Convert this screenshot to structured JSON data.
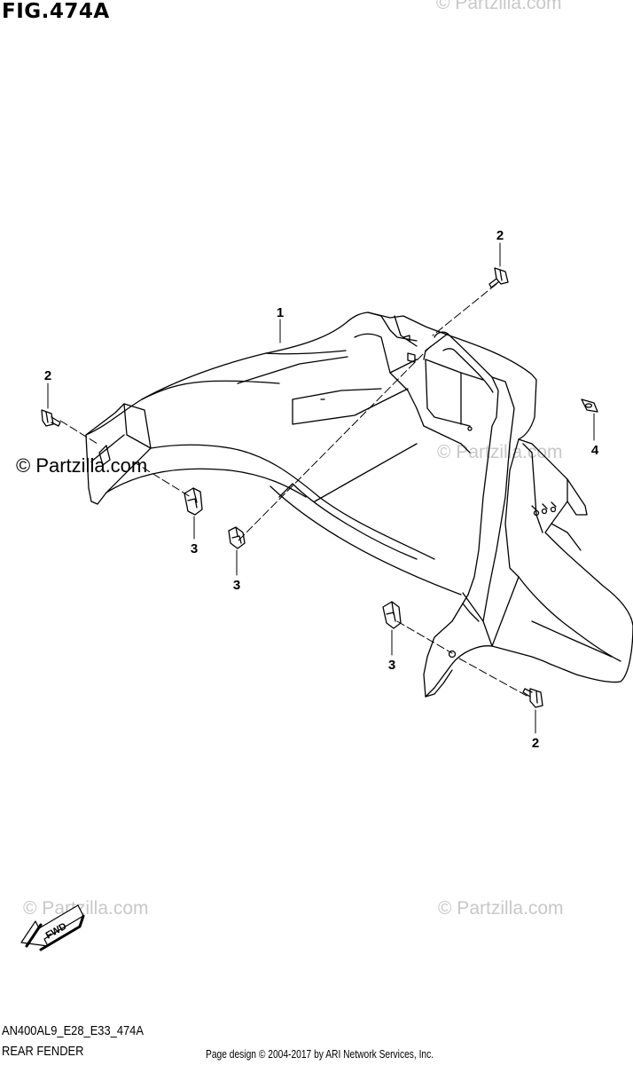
{
  "figure": {
    "title": "FIG.474A"
  },
  "footer": {
    "code": "AN400AL9_E28_E33_474A",
    "name": "REAR FENDER",
    "credit": "Page design © 2004-2017 by ARI Network Services, Inc."
  },
  "watermarks": {
    "main": "© Partzilla.com",
    "faded": "© Partzilla.com"
  },
  "callouts": [
    "1",
    "2",
    "2",
    "2",
    "3",
    "3",
    "3",
    "4"
  ],
  "fwd_label": "FWD"
}
